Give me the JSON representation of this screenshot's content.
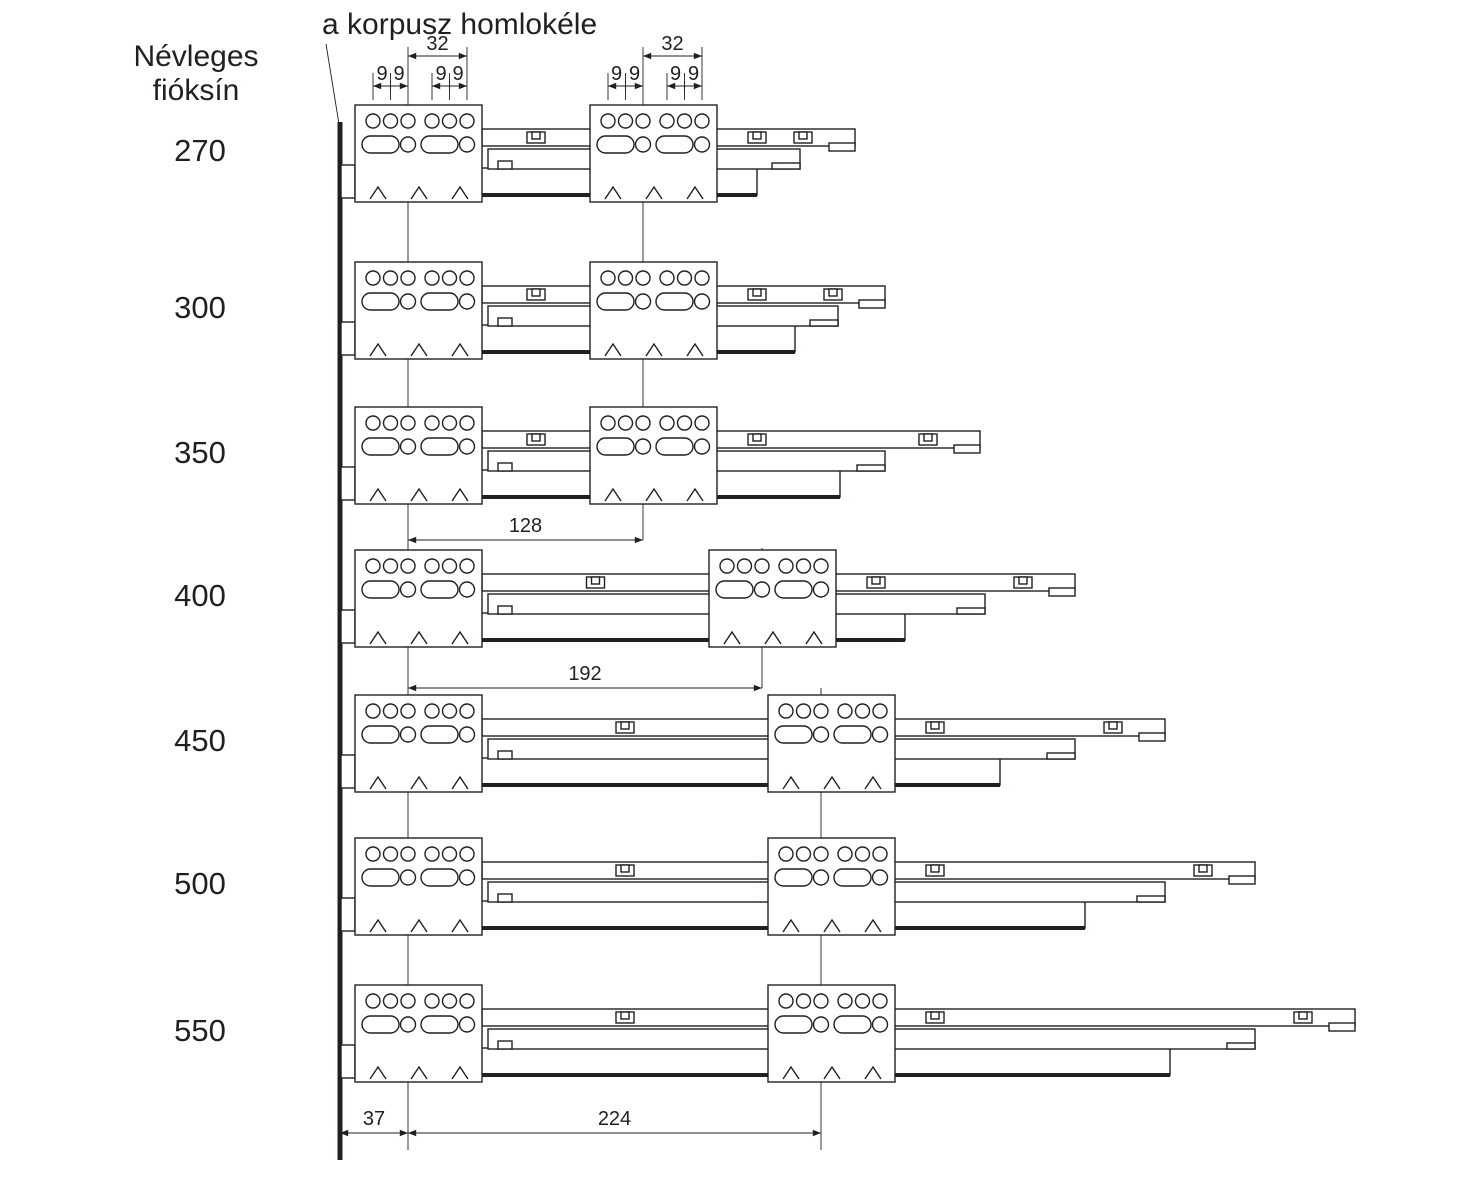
{
  "title": "a korpusz homlokéle",
  "left_header": {
    "line1": "Névleges",
    "line2": "fióksín"
  },
  "rows": [
    {
      "label": "270"
    },
    {
      "label": "300"
    },
    {
      "label": "350"
    },
    {
      "label": "400"
    },
    {
      "label": "450"
    },
    {
      "label": "500"
    },
    {
      "label": "550"
    }
  ],
  "dims": {
    "bracket_hole_span": "32",
    "hole_pitch": "9",
    "front_to_rear_small": "128",
    "front_to_rear_medium": "192",
    "edge_to_first_hole": "37",
    "front_to_rear_large": "224"
  },
  "colors": {
    "line": "#231f20",
    "background": "#ffffff"
  }
}
